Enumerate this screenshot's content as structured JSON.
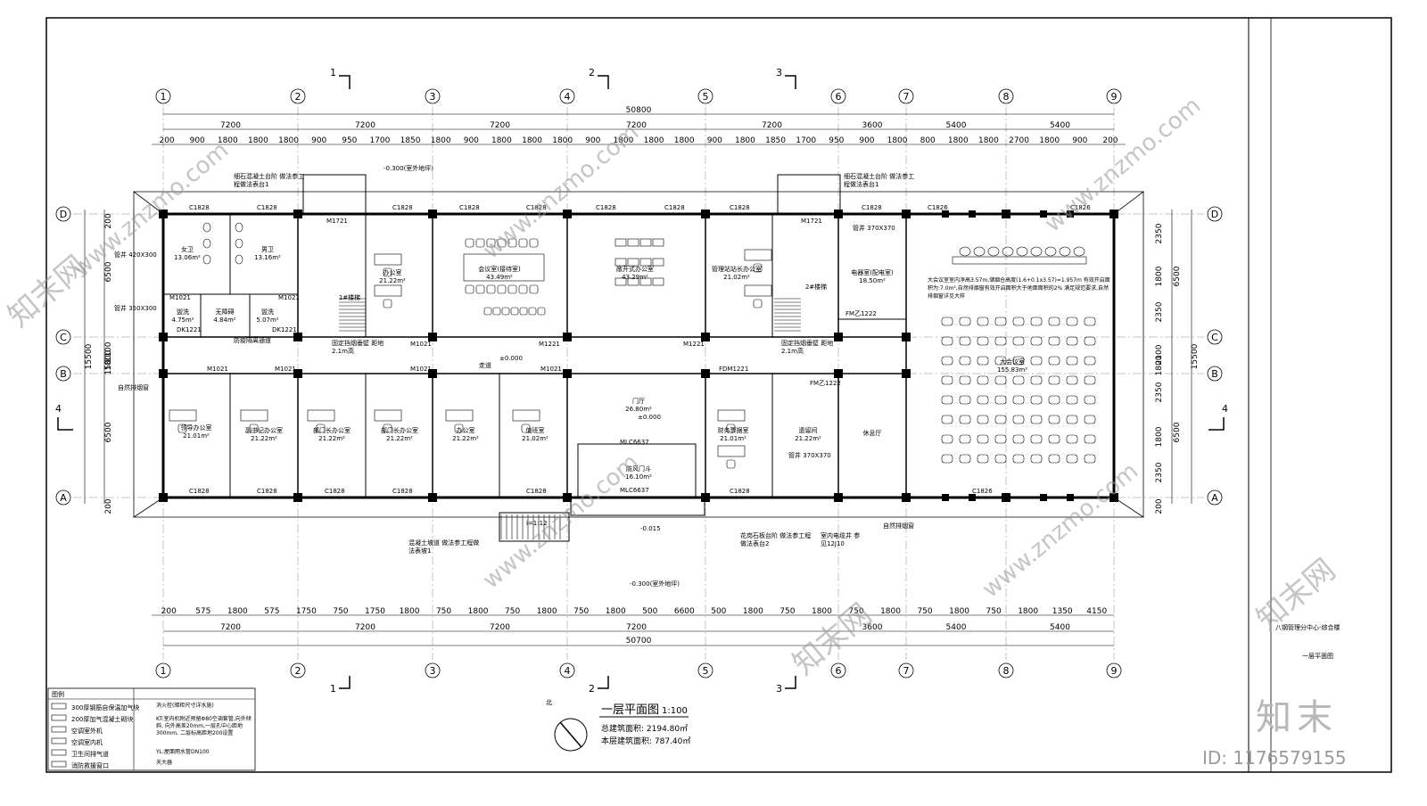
{
  "drawing": {
    "title": "一层平面图",
    "scale": "1:100",
    "total_area": "总建筑面积: 2194.80㎡",
    "floor_area": "本层建筑面积: 787.40㎡",
    "north": "北",
    "project_name": "八钢管理分中心-综合楼",
    "sheet_name": "一层平面图"
  },
  "axes_h": [
    "1",
    "2",
    "3",
    "4",
    "5",
    "6",
    "7",
    "8",
    "9"
  ],
  "axes_v": [
    "A",
    "B",
    "C",
    "D"
  ],
  "dims_top_total": "50800",
  "dims_top_bays": [
    "7200",
    "7200",
    "7200",
    "7200",
    "7200",
    "3600",
    "5400",
    "5400"
  ],
  "dims_top_detail": [
    "200",
    "900",
    "1800",
    "1800",
    "1800",
    "900",
    "950",
    "1700",
    "1850",
    "1800",
    "900",
    "1800",
    "1800",
    "1800",
    "900",
    "1800",
    "1800",
    "1800",
    "900",
    "1800",
    "1850",
    "1700",
    "950",
    "900",
    "1800",
    "800",
    "1800",
    "1800",
    "2700",
    "1800",
    "900",
    "200"
  ],
  "dims_bottom_total": "50700",
  "dims_bottom_bays": [
    "7200",
    "7200",
    "7200",
    "7200",
    "3600",
    "5400",
    "5400"
  ],
  "dims_bottom_detail": [
    "200",
    "575",
    "1800",
    "575",
    "1750",
    "750",
    "1750",
    "1800",
    "750",
    "1800",
    "750",
    "1800",
    "750",
    "1800",
    "500",
    "6600",
    "500",
    "1800",
    "750",
    "1800",
    "750",
    "1800",
    "750",
    "1800",
    "750",
    "1800",
    "1350",
    "4150"
  ],
  "dims_left": [
    "200",
    "6500",
    "2100",
    "1800",
    "150",
    "15500",
    "6500",
    "200"
  ],
  "dims_right": [
    "2350",
    "1800",
    "2350",
    "6500",
    "2100",
    "1800",
    "15500",
    "2350",
    "1800",
    "2350",
    "6500",
    "200"
  ],
  "rooms": [
    {
      "name": "女卫",
      "area": "13.06m²"
    },
    {
      "name": "男卫",
      "area": "13.16m²"
    },
    {
      "name": "盥洗",
      "area": "4.75m²"
    },
    {
      "name": "无障碍",
      "area": "4.84m²"
    },
    {
      "name": "盥洗",
      "area": "5.07m²"
    },
    {
      "name": "办公室",
      "area": "21.22m²"
    },
    {
      "name": "会议室(接待室)",
      "area": "43.49m²"
    },
    {
      "name": "敞开式办公室",
      "area": "43.29m²"
    },
    {
      "name": "管理站站长办公室",
      "area": "21.02m²"
    },
    {
      "name": "电器室(配电室)",
      "area": "18.50m²"
    },
    {
      "name": "大会议室",
      "area": "155.83m²"
    },
    {
      "name": "领导办公室",
      "area": "21.01m²"
    },
    {
      "name": "副书记办公室",
      "area": "21.22m²"
    },
    {
      "name": "部门长办公室",
      "area": "21.22m²"
    },
    {
      "name": "部门长办公室",
      "area": "21.22m²"
    },
    {
      "name": "办公室",
      "area": "21.22m²"
    },
    {
      "name": "值班室",
      "area": "21.02m²"
    },
    {
      "name": "门厅",
      "area": "26.80m²"
    },
    {
      "name": "防风门斗",
      "area": "16.10m²"
    },
    {
      "name": "财务票据室",
      "area": "21.01m²"
    },
    {
      "name": "遗留间",
      "area": "21.22m²"
    },
    {
      "name": "休息厅",
      "area": ""
    },
    {
      "name": "1#楼梯",
      "area": ""
    },
    {
      "name": "2#楼梯",
      "area": ""
    }
  ],
  "tags": {
    "window_c1828": "C1828",
    "window_c1826": "C1826",
    "door_m1721": "M1721",
    "door_m1021": "M1021",
    "door_m1221": "M1221",
    "door_dk1221": "DK1221",
    "door_fdm1221": "FDM1221",
    "door_mlc": "MLC6637",
    "door_fm": "FM乙1222",
    "shaft_1": "管井 420X300",
    "shaft_2": "管井 350X300",
    "shaft_3": "管井 370X370",
    "shaft_4": "管井 370X370",
    "level_0": "±0.000",
    "level_out": "-0.300(室外地坪)",
    "level_ramp": "-0.015",
    "stair_ratio": "i=1:12",
    "corridor": "走道"
  },
  "notes": {
    "n1": "细石混凝土台阶 做法参工程做法表台1",
    "n2": "细石混凝土台阶 做法参工程做法表台1",
    "n3": "大会议室室内净高3.57m,储烟仓高度(1.6+0.1x3.57)=1.957m 有效开启面积为:7.0m²,自然排烟窗有效开启面积大于地面面积的2% 满足规范要求,自然排烟窗详见大样",
    "n4": "固定挡烟垂壁 距地2.1m高",
    "n5": "固定挡烟垂壁 距地2.1m高",
    "n6": "自然排烟窗",
    "n7": "自然排烟窗",
    "n8": "混凝土坡道 做法参工程做法表坡1",
    "n9": "花岗石板台阶 做法参工程做法表台2",
    "n10": "室内电缆井 参见12J10",
    "n11": "防疫隔离通道"
  },
  "legend": {
    "title": "图例",
    "items": [
      "300厚钢筋自保温加气块",
      "200厚加气混凝土砌块",
      "空调室外机",
      "空调室内机",
      "卫生间排气道",
      "消防救援窗口"
    ],
    "items2": [
      "消火栓(暗柜尺寸详水施)",
      "KT:室内机附近预留Φ80空调套管,向外倾斜, 向外高差20mm,一层孔中心距地300mm, 二层标高距地200设置",
      "YL:屋面雨水管DN100",
      "天大器"
    ]
  },
  "watermark": {
    "brand": "知末",
    "id": "ID: 1176579155",
    "site": "www.znzmo.com",
    "site_cn": "知末网"
  }
}
